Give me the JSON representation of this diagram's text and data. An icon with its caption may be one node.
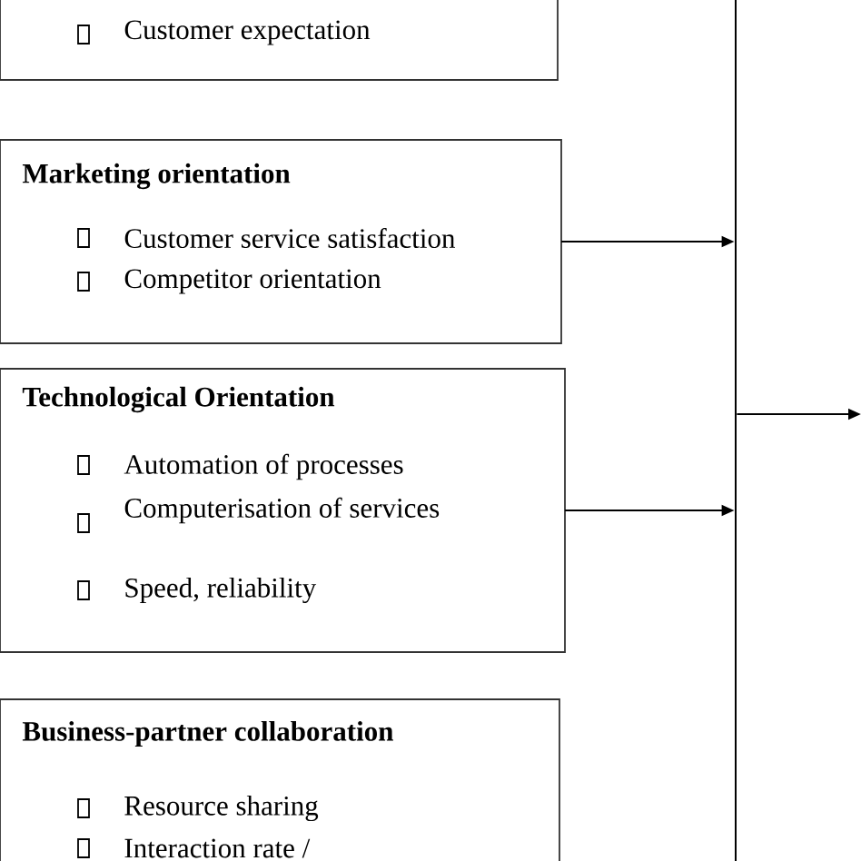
{
  "diagram": {
    "nodes": [
      {
        "text": [
          "Customer expectation"
        ]
      },
      {
        "text": [
          "Marketing orientation",
          "Customer service satisfaction",
          "Competitor orientation"
        ]
      },
      {
        "text": [
          "Technological Orientation",
          "Automation of processes",
          "Computerisation of services",
          "Speed, reliability"
        ]
      },
      {
        "text": [
          "Business-partner collaboration",
          "Resource sharing",
          "Interaction rate /"
        ]
      },
      {
        "text": [],
        "shape": "bar"
      }
    ],
    "edges": [
      {
        "from": 1,
        "to": 4,
        "arrow": "to"
      },
      {
        "from": 2,
        "to": 4,
        "arrow": "to"
      },
      {
        "from": 4,
        "to": null,
        "arrow": "to"
      }
    ]
  }
}
